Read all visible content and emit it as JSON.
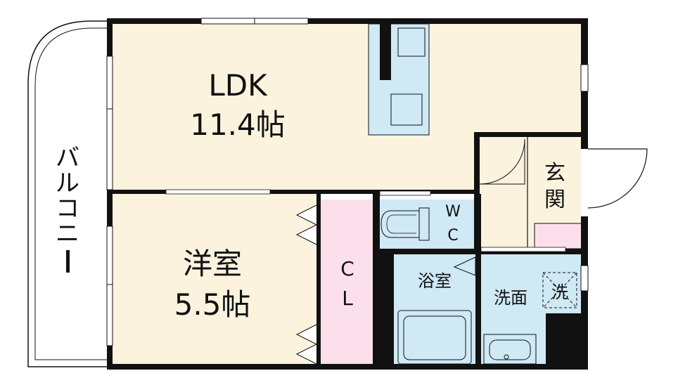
{
  "rooms": {
    "ldk": {
      "name": "LDK",
      "size": "11.4帖"
    },
    "western": {
      "name": "洋室",
      "size": "5.5帖"
    },
    "closet": {
      "line1": "C",
      "line2": "L"
    },
    "wc": {
      "line1": "W",
      "line2": "C"
    },
    "bath": {
      "name": "浴室"
    },
    "washroom": {
      "name": "洗面"
    },
    "laundry": {
      "name": "洗"
    },
    "entrance": {
      "line1": "玄",
      "line2": "関"
    },
    "balcony": {
      "chars": [
        "バ",
        "ル",
        "コ",
        "ニ",
        "ー"
      ]
    }
  },
  "colors": {
    "ldk_floor": "#fbf3de",
    "kitchen": "#cfe9f5",
    "closet": "#fbe0ec",
    "wet_area": "#cfe9f5",
    "entrance_floor": "#fbf3de",
    "shoe_box": "#fbe0ec",
    "wall": "#111111"
  }
}
